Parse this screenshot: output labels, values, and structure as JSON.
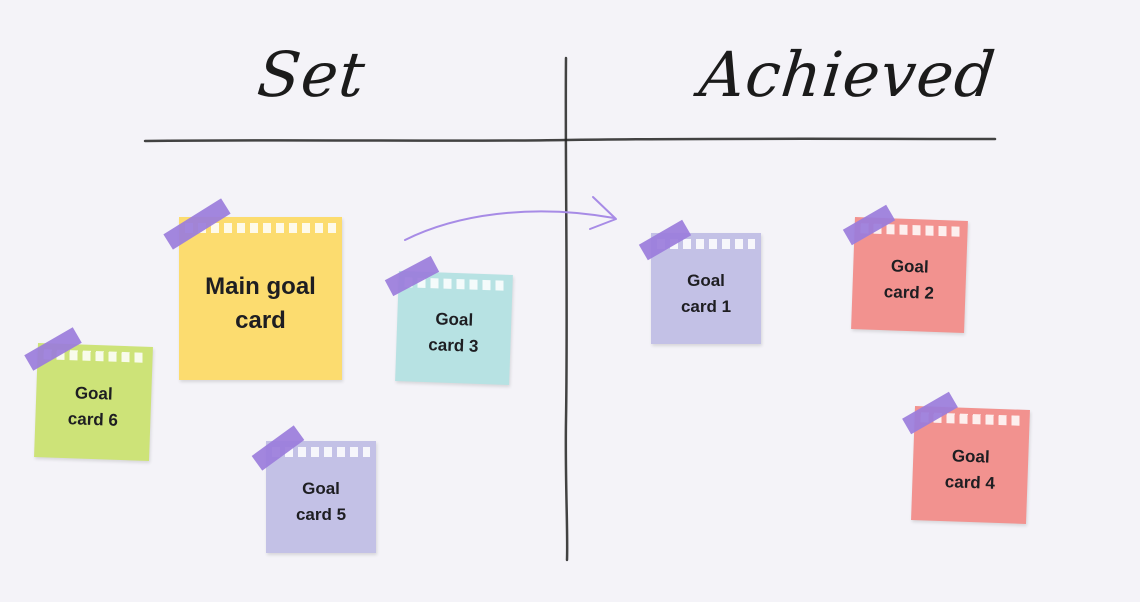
{
  "board": {
    "columns": [
      {
        "heading": "Set"
      },
      {
        "heading": "Achieved"
      }
    ],
    "cards": {
      "main": {
        "label": "Main goal\ncard",
        "color": "#fcdc6f",
        "column": "Set"
      },
      "card1": {
        "label": "Goal\ncard 1",
        "color": "#c3c1e6",
        "column": "Achieved"
      },
      "card2": {
        "label": "Goal\ncard 2",
        "color": "#f2928f",
        "column": "Achieved"
      },
      "card3": {
        "label": "Goal\ncard 3",
        "color": "#b7e2e3",
        "column": "Set"
      },
      "card4": {
        "label": "Goal\ncard 4",
        "color": "#f2928f",
        "column": "Achieved"
      },
      "card5": {
        "label": "Goal\ncard 5",
        "color": "#c3c1e6",
        "column": "Set"
      },
      "card6": {
        "label": "Goal\ncard 6",
        "color": "#cde378",
        "column": "Set"
      }
    },
    "tape_color": "#9b7ddc",
    "arrow_color": "#a78be6",
    "line_color": "#222222"
  }
}
